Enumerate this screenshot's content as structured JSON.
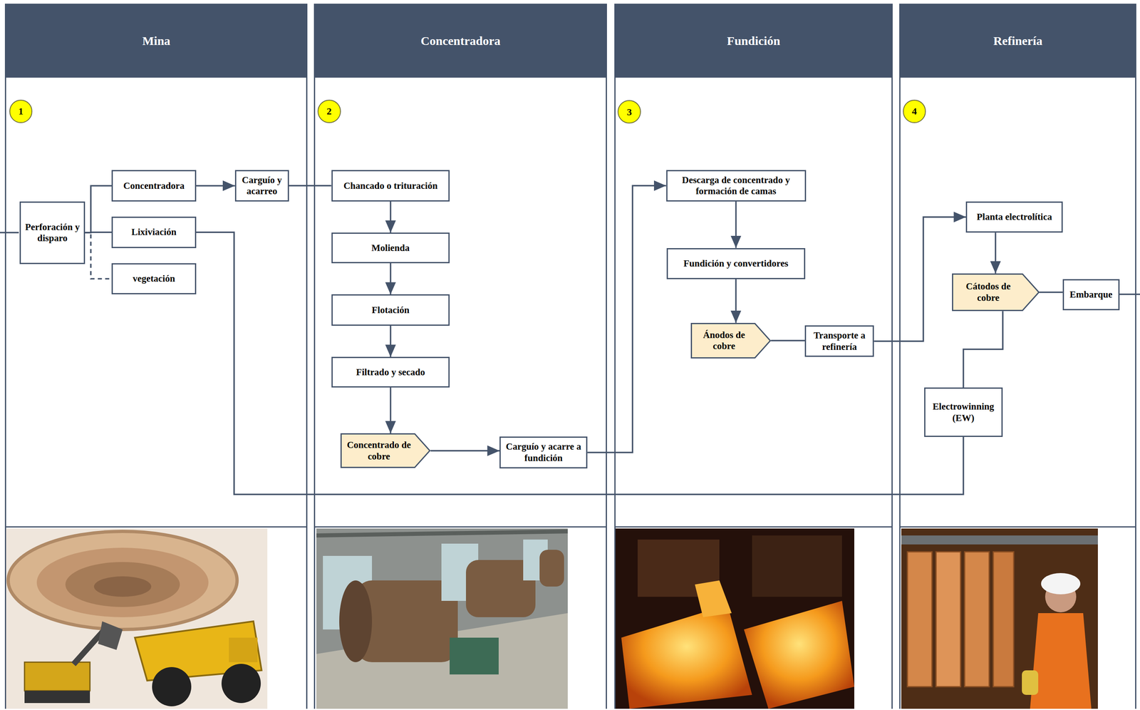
{
  "diagram": {
    "nodes": [
      {
        "text": [
          "Mina"
        ]
      },
      {
        "text": [
          "1"
        ],
        "in": 0
      },
      {
        "text": [
          "Perforación y disparo"
        ],
        "in": 0
      },
      {
        "text": [
          "Concentradora"
        ],
        "in": 0
      },
      {
        "text": [
          "Lixiviación"
        ],
        "in": 0
      },
      {
        "text": [
          "vegetación"
        ],
        "in": 0
      },
      {
        "text": [
          "Carguío y acarreo"
        ],
        "in": 0
      },
      {
        "text": [
          "Concentradora"
        ]
      },
      {
        "text": [
          "2"
        ],
        "in": 7
      },
      {
        "text": [
          "Chancado o trituración"
        ],
        "in": 7
      },
      {
        "text": [
          "Molienda"
        ],
        "in": 7
      },
      {
        "text": [
          "Flotación"
        ],
        "in": 7
      },
      {
        "text": [
          "Filtrado y secado"
        ],
        "in": 7
      },
      {
        "text": [
          "Concentrado de cobre"
        ],
        "in": 7
      },
      {
        "text": [
          "Carguío y acarre a fundición"
        ],
        "in": 7
      },
      {
        "text": [
          "Fundición"
        ]
      },
      {
        "text": [
          "3"
        ],
        "in": 15
      },
      {
        "text": [
          "Descarga de concentrado y formación de camas"
        ],
        "in": 15
      },
      {
        "text": [
          "Fundición y convertidores"
        ],
        "in": 15
      },
      {
        "text": [
          "Ánodos de cobre"
        ],
        "in": 15
      },
      {
        "text": [
          "Transporte a refinería"
        ],
        "in": 15
      },
      {
        "text": [
          "Refinería"
        ]
      },
      {
        "text": [
          "4"
        ],
        "in": 21
      },
      {
        "text": [
          "Planta electrolítica"
        ],
        "in": 21
      },
      {
        "text": [
          "Cátodos de cobre"
        ],
        "in": 21
      },
      {
        "text": [
          "Embarque"
        ],
        "in": 21
      },
      {
        "text": [
          "Electrowinning (EW)"
        ],
        "in": 21
      }
    ],
    "edges": [
      {
        "from": 2,
        "to": 3,
        "arrow": "none"
      },
      {
        "from": 2,
        "to": 4,
        "arrow": "none"
      },
      {
        "from": 2,
        "to": 5,
        "arrow": "none"
      },
      {
        "from": 3,
        "to": 6,
        "arrow": "to"
      },
      {
        "from": 6,
        "to": 9,
        "arrow": "none"
      },
      {
        "from": 9,
        "to": 10,
        "arrow": "to"
      },
      {
        "from": 10,
        "to": 11,
        "arrow": "to"
      },
      {
        "from": 11,
        "to": 12,
        "arrow": "to"
      },
      {
        "from": 12,
        "to": 13,
        "arrow": "to"
      },
      {
        "from": 13,
        "to": 14,
        "arrow": "to"
      },
      {
        "from": 14,
        "to": 17,
        "arrow": "to"
      },
      {
        "from": 17,
        "to": 18,
        "arrow": "to"
      },
      {
        "from": 18,
        "to": 19,
        "arrow": "to"
      },
      {
        "from": 19,
        "to": 20,
        "arrow": "none"
      },
      {
        "from": 20,
        "to": 23,
        "arrow": "to"
      },
      {
        "from": 23,
        "to": 24,
        "arrow": "to"
      },
      {
        "from": 24,
        "to": 25,
        "arrow": "none"
      },
      {
        "from": 26,
        "to": 24,
        "arrow": "none"
      },
      {
        "from": 4,
        "to": 26,
        "arrow": "none"
      }
    ]
  }
}
